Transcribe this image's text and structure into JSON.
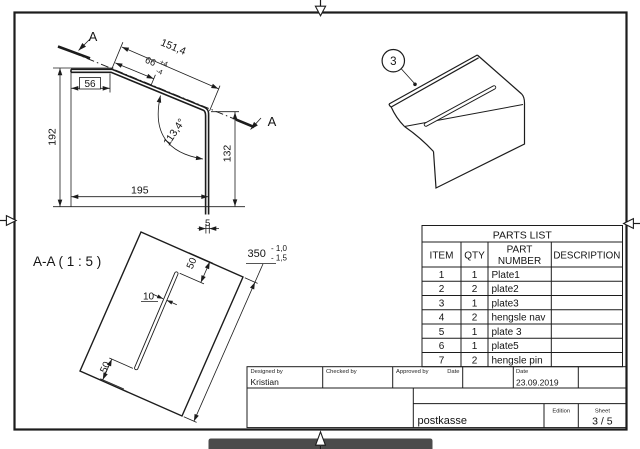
{
  "sheet": {
    "line_color": "#1c1c1c",
    "background": "#ffffff",
    "taskbar_color": "#4b4b4b"
  },
  "main_view": {
    "dims": {
      "slope_length": "151,4",
      "slot_offset": "66",
      "slot_tol_plus": "+4",
      "slot_tol_minus": "-4",
      "flange_width": "56",
      "left_height": "192",
      "right_height": "132",
      "bottom_width": "195",
      "bend_angle": "113,4°",
      "thickness": "5"
    },
    "section_cut_label": "A"
  },
  "section_view": {
    "title": "A-A ( 1 : 5 )",
    "dims": {
      "length": "350",
      "length_tol_upper": "- 1,0",
      "length_tol_lower": "- 1,5",
      "slot_width": "10",
      "slot_end_top": "50",
      "slot_end_bottom": "50"
    }
  },
  "iso_view": {
    "balloon": "3"
  },
  "parts_list": {
    "title": "PARTS LIST",
    "headers": {
      "item": "ITEM",
      "qty": "QTY",
      "part_number_line1": "PART",
      "part_number_line2": "NUMBER",
      "description": "DESCRIPTION"
    },
    "rows": [
      {
        "item": "1",
        "qty": "1",
        "part": "Plate1",
        "description": ""
      },
      {
        "item": "2",
        "qty": "2",
        "part": "plate2",
        "description": ""
      },
      {
        "item": "3",
        "qty": "1",
        "part": "plate3",
        "description": ""
      },
      {
        "item": "4",
        "qty": "2",
        "part": "hengsle nav",
        "description": ""
      },
      {
        "item": "5",
        "qty": "1",
        "part": "plate 3",
        "description": ""
      },
      {
        "item": "6",
        "qty": "1",
        "part": "plate5",
        "description": ""
      },
      {
        "item": "7",
        "qty": "2",
        "part": "hengsle pin",
        "description": ""
      }
    ]
  },
  "title_block": {
    "designed_by_label": "Designed by",
    "designed_by_value": "Kristian",
    "checked_by_label": "Checked by",
    "approved_by_label": "Approved by",
    "date_label_1": "Date",
    "date_label_2": "Date",
    "date_value": "23.09.2019",
    "drawing_title": "postkasse",
    "edition_label": "Edition",
    "sheet_label": "Sheet",
    "sheet_value": "3 / 5"
  }
}
